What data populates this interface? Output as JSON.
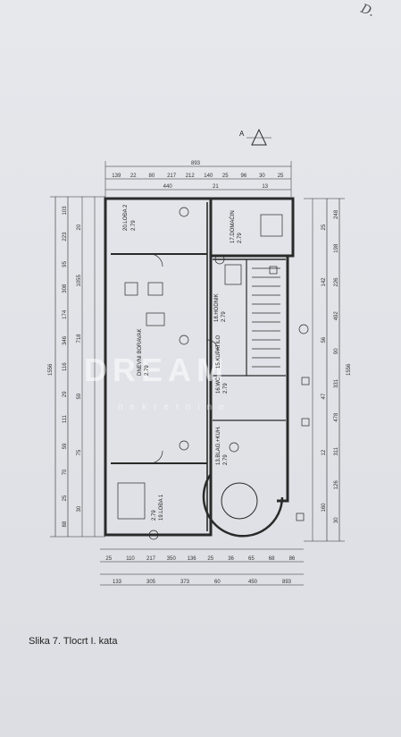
{
  "caption": "Slika 7. Tlocrt I. kata",
  "handnote": "D.",
  "watermark": {
    "brand": "DREAM",
    "sub": "nekretnine"
  },
  "north_marker": "A",
  "rooms": [
    {
      "name": "20.LOĐA 2",
      "area": "2.79"
    },
    {
      "name": "17.DOMAĆIN",
      "area": "2.79"
    },
    {
      "name": "18.HODNIK",
      "area": "2.79"
    },
    {
      "name": "DNEVNI BORAVAK",
      "area": "2.79"
    },
    {
      "name": "16.WC",
      "area": "2.79"
    },
    {
      "name": "15.KUPATILO",
      "area": "2.79"
    },
    {
      "name": "19.LOĐA 1",
      "area": "2.79"
    },
    {
      "name": "13.BLAG.+KUH.",
      "area": "2.79"
    }
  ],
  "dims": {
    "top_total": "893",
    "top_row": [
      "139",
      "22",
      "80",
      "217",
      "212",
      "140",
      "25",
      "96",
      "30",
      "25"
    ],
    "top_row2": [
      "440",
      "21",
      "13"
    ],
    "left_total": "1556",
    "left_col": [
      "103",
      "223",
      "95",
      "308",
      "174",
      "346",
      "116",
      "29",
      "111",
      "59",
      "70",
      "25",
      "88"
    ],
    "left_col2": [
      "20",
      "1055",
      "718",
      "59",
      "75",
      "30"
    ],
    "right_total": "1556",
    "right_col": [
      "248",
      "198",
      "226",
      "492",
      "90",
      "331",
      "478",
      "311",
      "126",
      "30"
    ],
    "right_col2": [
      "25",
      "142",
      "56",
      "47",
      "12",
      "160"
    ],
    "bottom_row": [
      "25",
      "110",
      "217",
      "350",
      "136",
      "25",
      "36",
      "65",
      "68",
      "86"
    ],
    "bottom_row2": [
      "133",
      "305",
      "373",
      "60",
      "450",
      "893"
    ]
  }
}
